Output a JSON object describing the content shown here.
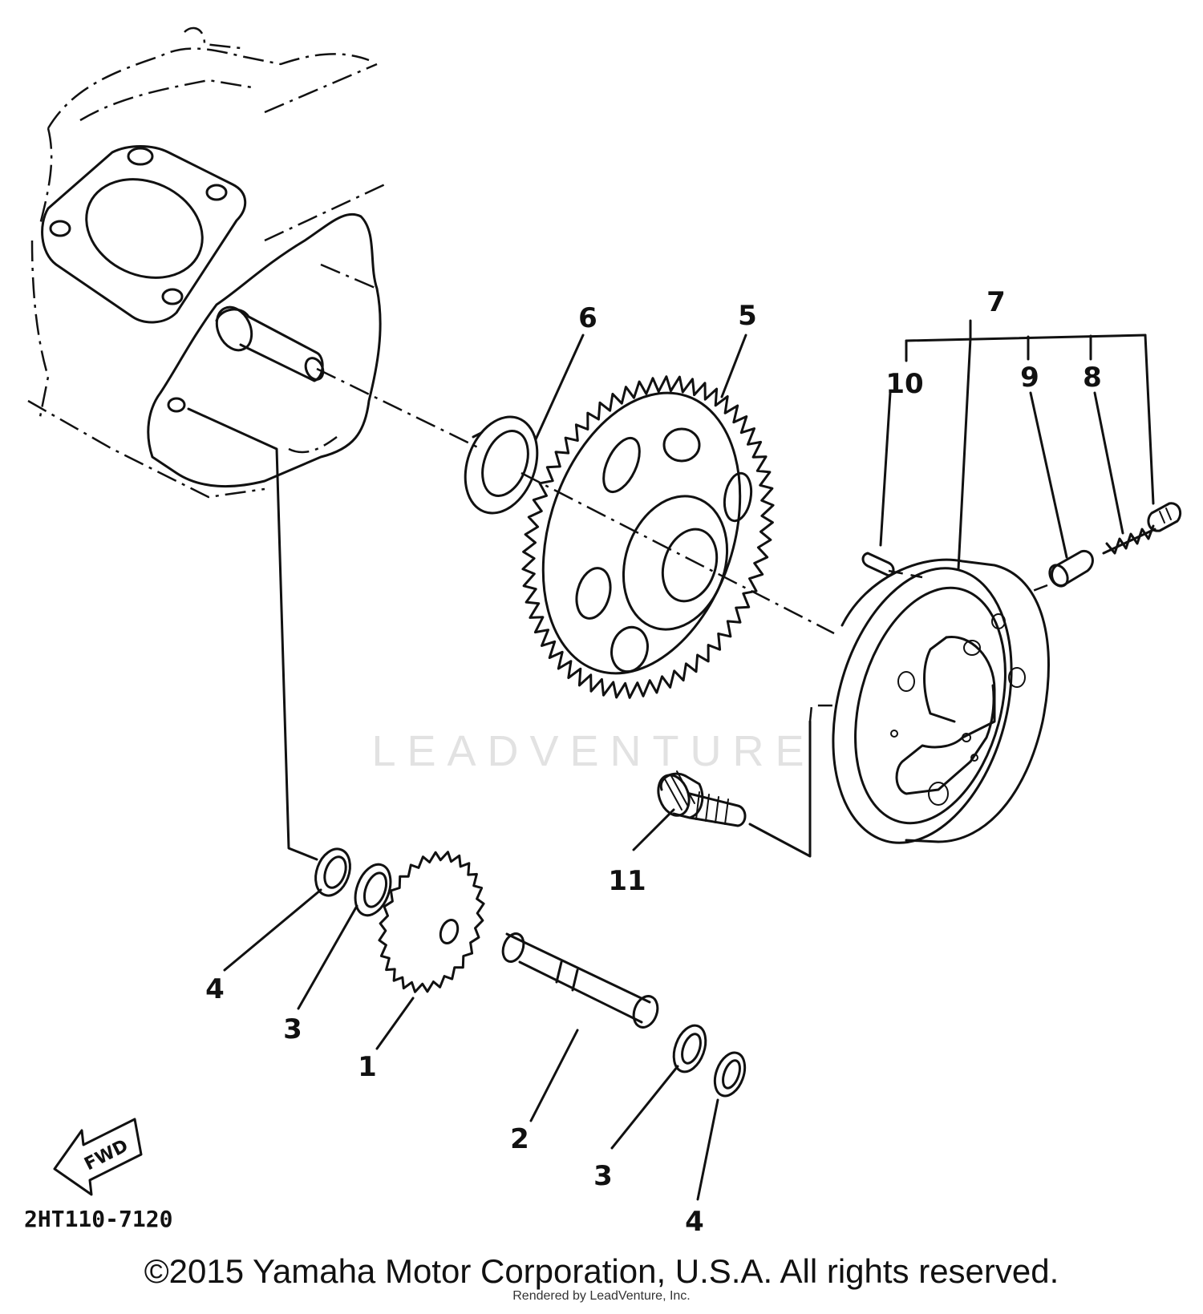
{
  "diagram": {
    "part_callouts": {
      "p1": "1",
      "p2": "2",
      "p3a": "3",
      "p3b": "3",
      "p4a": "4",
      "p4b": "4",
      "p5": "5",
      "p6": "6",
      "p7": "7",
      "p8": "8",
      "p9": "9",
      "p10": "10",
      "p11": "11"
    },
    "fwd_label": "FWD",
    "drawing_number": "2HT110-7120",
    "watermark": "LEADVENTURE"
  },
  "footer": {
    "copyright": "©2015 Yamaha Motor Corporation, U.S.A. All rights reserved.",
    "rendered_by": "Rendered by LeadVenture, Inc."
  }
}
